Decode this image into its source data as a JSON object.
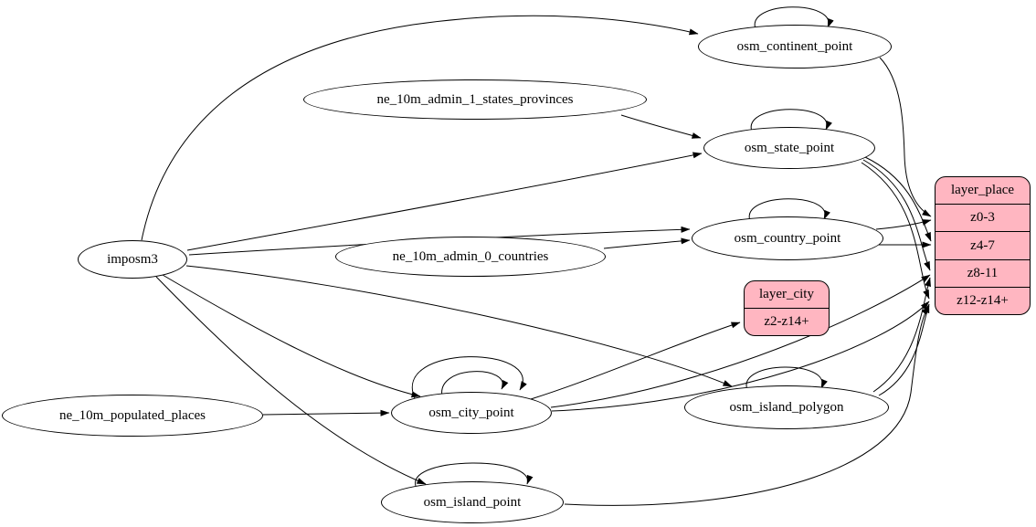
{
  "diagram": {
    "type": "graphviz-digraph",
    "colors": {
      "background": "#ffffff",
      "node_fill": "#ffffff",
      "record_fill": "#ffb6c1",
      "stroke": "#000000",
      "text": "#000000"
    },
    "nodes": {
      "imposm3": {
        "label": "imposm3"
      },
      "ne_10m_admin_1_states_provinces": {
        "label": "ne_10m_admin_1_states_provinces"
      },
      "ne_10m_admin_0_countries": {
        "label": "ne_10m_admin_0_countries"
      },
      "ne_10m_populated_places": {
        "label": "ne_10m_populated_places"
      },
      "osm_continent_point": {
        "label": "osm_continent_point"
      },
      "osm_state_point": {
        "label": "osm_state_point"
      },
      "osm_country_point": {
        "label": "osm_country_point"
      },
      "osm_city_point": {
        "label": "osm_city_point"
      },
      "osm_island_polygon": {
        "label": "osm_island_polygon"
      },
      "osm_island_point": {
        "label": "osm_island_point"
      }
    },
    "records": {
      "layer_place": {
        "title": "layer_place",
        "rows": [
          "z0-3",
          "z4-7",
          "z8-11",
          "z12-z14+"
        ]
      },
      "layer_city": {
        "title": "layer_city",
        "rows": [
          "z2-z14+"
        ]
      }
    },
    "edges": [
      {
        "from": "imposm3",
        "to": "osm_continent_point"
      },
      {
        "from": "imposm3",
        "to": "osm_state_point"
      },
      {
        "from": "imposm3",
        "to": "osm_country_point"
      },
      {
        "from": "imposm3",
        "to": "osm_city_point"
      },
      {
        "from": "imposm3",
        "to": "osm_island_polygon"
      },
      {
        "from": "imposm3",
        "to": "osm_island_point"
      },
      {
        "from": "ne_10m_admin_1_states_provinces",
        "to": "osm_state_point"
      },
      {
        "from": "ne_10m_admin_0_countries",
        "to": "osm_country_point"
      },
      {
        "from": "ne_10m_populated_places",
        "to": "osm_city_point"
      },
      {
        "from": "osm_continent_point",
        "to": "osm_continent_point",
        "self_loop": true
      },
      {
        "from": "osm_state_point",
        "to": "osm_state_point",
        "self_loop": true
      },
      {
        "from": "osm_country_point",
        "to": "osm_country_point",
        "self_loop": true
      },
      {
        "from": "osm_city_point",
        "to": "osm_city_point",
        "self_loop": true
      },
      {
        "from": "osm_city_point",
        "to": "osm_city_point",
        "self_loop": true
      },
      {
        "from": "osm_island_polygon",
        "to": "osm_island_polygon",
        "self_loop": true
      },
      {
        "from": "osm_island_point",
        "to": "osm_island_point",
        "self_loop": true
      },
      {
        "from": "osm_continent_point",
        "to": "layer_place",
        "to_row": "z0-3"
      },
      {
        "from": "osm_country_point",
        "to": "layer_place",
        "to_row": "z0-3"
      },
      {
        "from": "osm_country_point",
        "to": "layer_place",
        "to_row": "z4-7"
      },
      {
        "from": "osm_state_point",
        "to": "layer_place",
        "to_row": "z4-7"
      },
      {
        "from": "osm_state_point",
        "to": "layer_place",
        "to_row": "z8-11"
      },
      {
        "from": "osm_state_point",
        "to": "layer_place",
        "to_row": "z12-z14+"
      },
      {
        "from": "osm_city_point",
        "to": "layer_city",
        "to_row": "z2-z14+"
      },
      {
        "from": "osm_city_point",
        "to": "layer_place",
        "to_row": "z8-11"
      },
      {
        "from": "osm_city_point",
        "to": "layer_place",
        "to_row": "z12-z14+"
      },
      {
        "from": "osm_island_polygon",
        "to": "layer_place",
        "to_row": "z8-11"
      },
      {
        "from": "osm_island_polygon",
        "to": "layer_place",
        "to_row": "z12-z14+"
      },
      {
        "from": "osm_island_point",
        "to": "layer_place",
        "to_row": "z12-z14+"
      }
    ]
  }
}
